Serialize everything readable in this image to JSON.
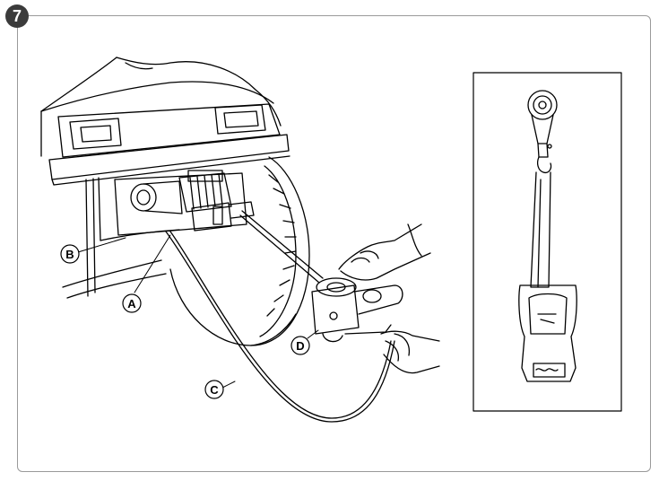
{
  "step_number": "7",
  "callouts": {
    "a": "A",
    "b": "B",
    "c": "C",
    "d": "D"
  },
  "colors": {
    "badge": "#3b3b3b",
    "line": "#000000",
    "frame": "#9a9a9a"
  }
}
